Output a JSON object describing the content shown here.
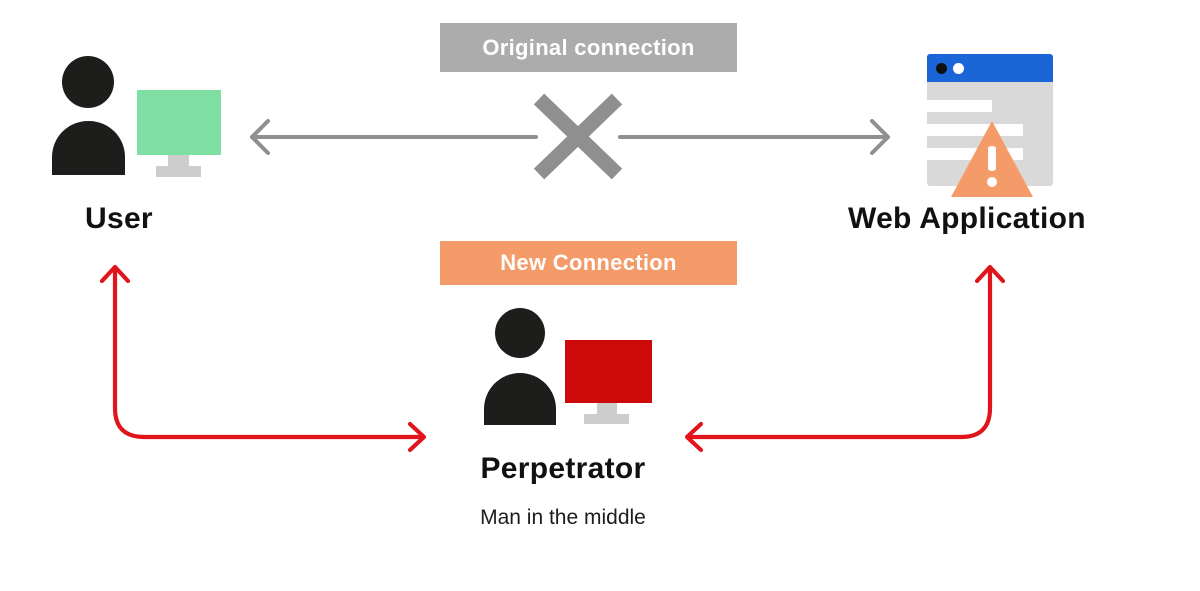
{
  "colors": {
    "bg": "#ffffff",
    "icon-black": "#1d1d1b",
    "monitor-green": "#7fdfa2",
    "monitor-red": "#cd0a0a",
    "stand-gray": "#cdcdcd",
    "browser-blue": "#1a66d9",
    "browser-body": "#d9d9d9",
    "warning-orange": "#f59b69",
    "banner-gray": "#acacac",
    "line-gray": "#8f8f8f",
    "arrow-red": "#e1131b",
    "label-black": "#111111"
  },
  "banners": {
    "original": {
      "label": "Original connection"
    },
    "new": {
      "label": "New Connection"
    }
  },
  "nodes": {
    "user": {
      "label": "User",
      "icon": "person-with-green-monitor"
    },
    "web_application": {
      "label": "Web Application",
      "icon": "browser-window-with-warning-triangle"
    },
    "perpetrator": {
      "label": "Perpetrator",
      "sublabel": "Man in the middle",
      "icon": "person-with-red-monitor"
    }
  },
  "connections": {
    "original": {
      "from": "User",
      "to": "Web Application",
      "status": "blocked"
    },
    "new_to_user": {
      "from": "Perpetrator",
      "to": "User"
    },
    "new_to_web_application": {
      "from": "Perpetrator",
      "to": "Web Application"
    }
  }
}
